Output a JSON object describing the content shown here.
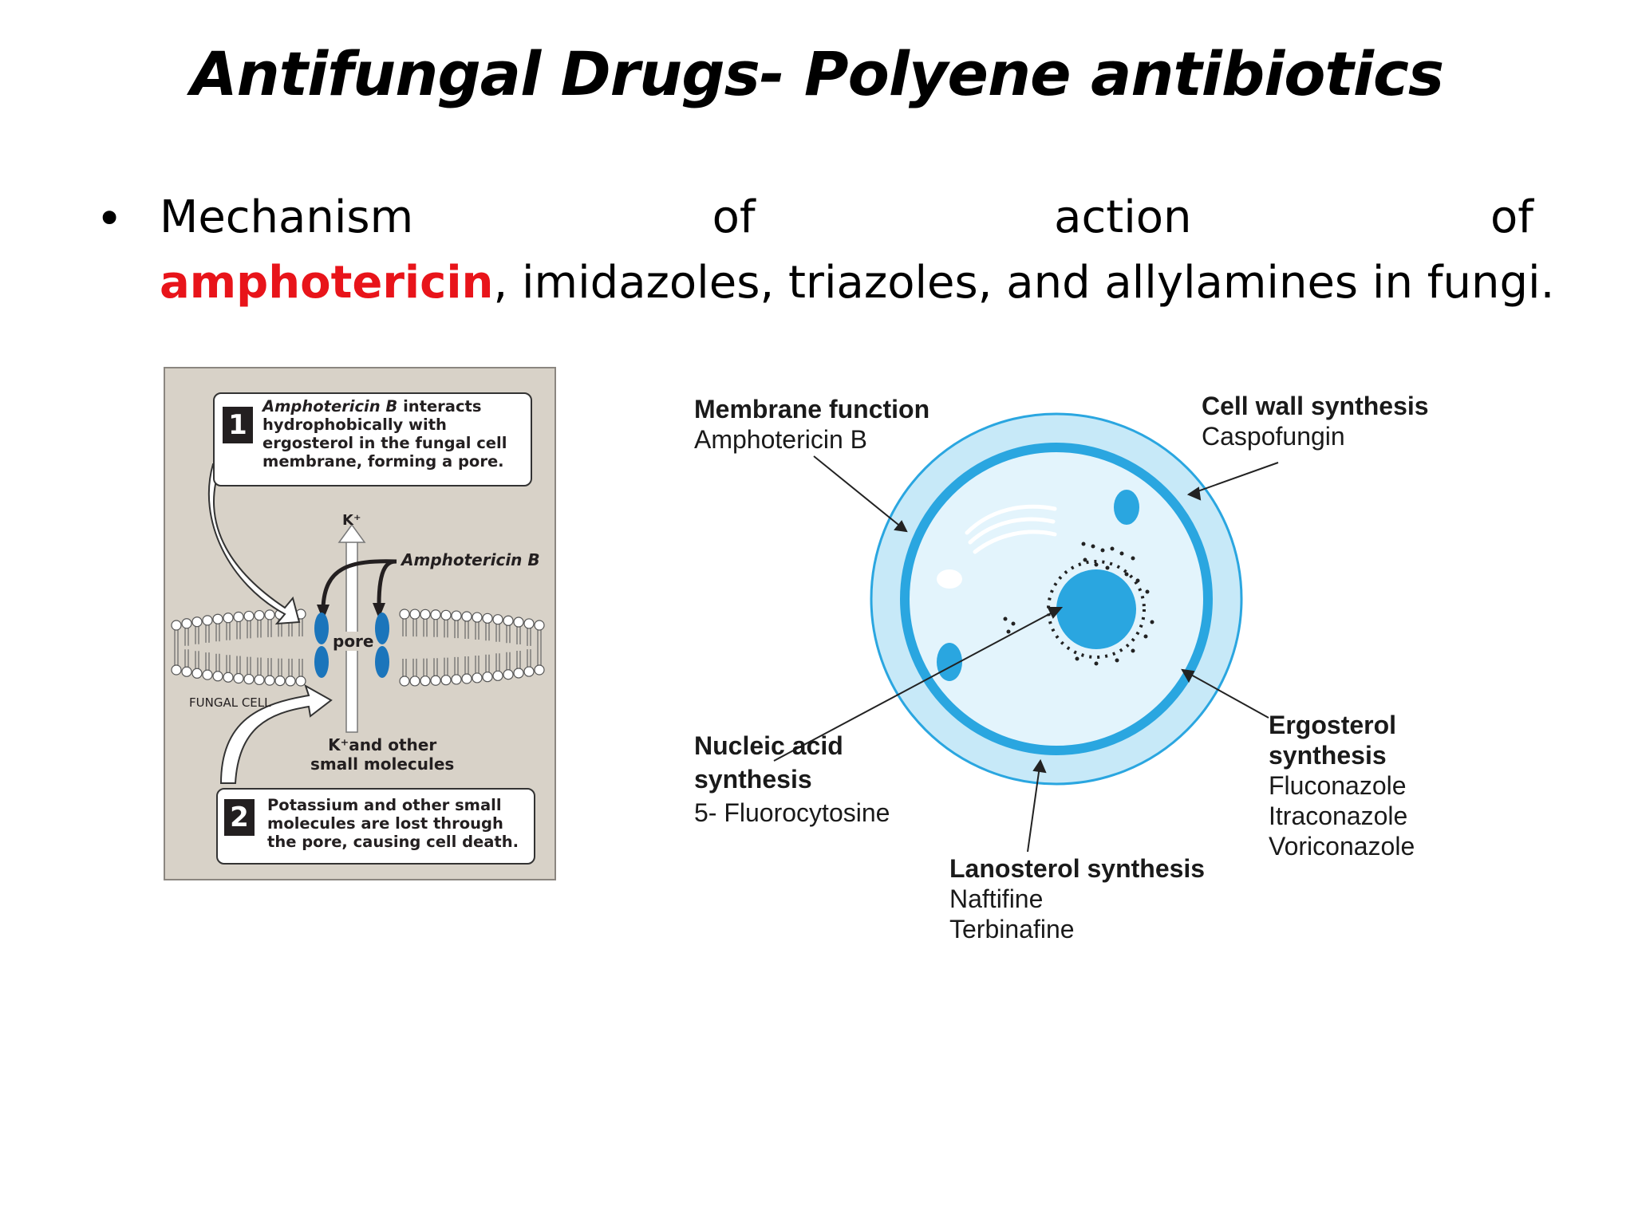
{
  "slide": {
    "title": "Antifungal Drugs- Polyene antibiotics",
    "bullet": {
      "symbol": "•",
      "line1_words": [
        "Mechanism",
        "of",
        "action",
        "of"
      ],
      "highlight": "amphotericin",
      "line2_rest": ", imidazoles, triazoles, and allylamines in fungi."
    }
  },
  "left_panel": {
    "callout1": {
      "number": "1",
      "text_italic": "Amphotericin B",
      "line1_rest": " interacts",
      "line2": "hydrophobically with",
      "line3": "ergosterol in the fungal cell",
      "line4": "membrane, forming a pore."
    },
    "labels": {
      "k_top": "K⁺",
      "amphotericin": "Amphotericin B",
      "pore": "pore",
      "fungal_cell": "FUNGAL CELL",
      "k_bottom_1": "K⁺and other",
      "k_bottom_2": "small molecules"
    },
    "callout2": {
      "number": "2",
      "line1": "Potassium and other small",
      "line2": "molecules are lost through",
      "line3": "the pore, causing cell death."
    }
  },
  "right_panel": {
    "membrane": {
      "heading": "Membrane function",
      "drug": "Amphotericin B"
    },
    "cell_wall": {
      "heading": "Cell wall synthesis",
      "drug": "Caspofungin"
    },
    "nucleic": {
      "heading_1": "Nucleic acid",
      "heading_2": "synthesis",
      "drug": "5- Fluorocytosine"
    },
    "ergosterol": {
      "heading_1": "Ergosterol",
      "heading_2": "synthesis",
      "drugs": [
        "Fluconazole",
        "Itraconazole",
        "Voriconazole"
      ]
    },
    "lanosterol": {
      "heading": "Lanosterol synthesis",
      "drugs": [
        "Naftifine",
        "Terbinafine"
      ]
    }
  },
  "colors": {
    "highlight": "#e8141a",
    "cell_blue": "#2aa6e0",
    "cell_light": "#c7e9f8",
    "panel_bg": "#d8d2c8",
    "pore_blue": "#1b75bb"
  }
}
